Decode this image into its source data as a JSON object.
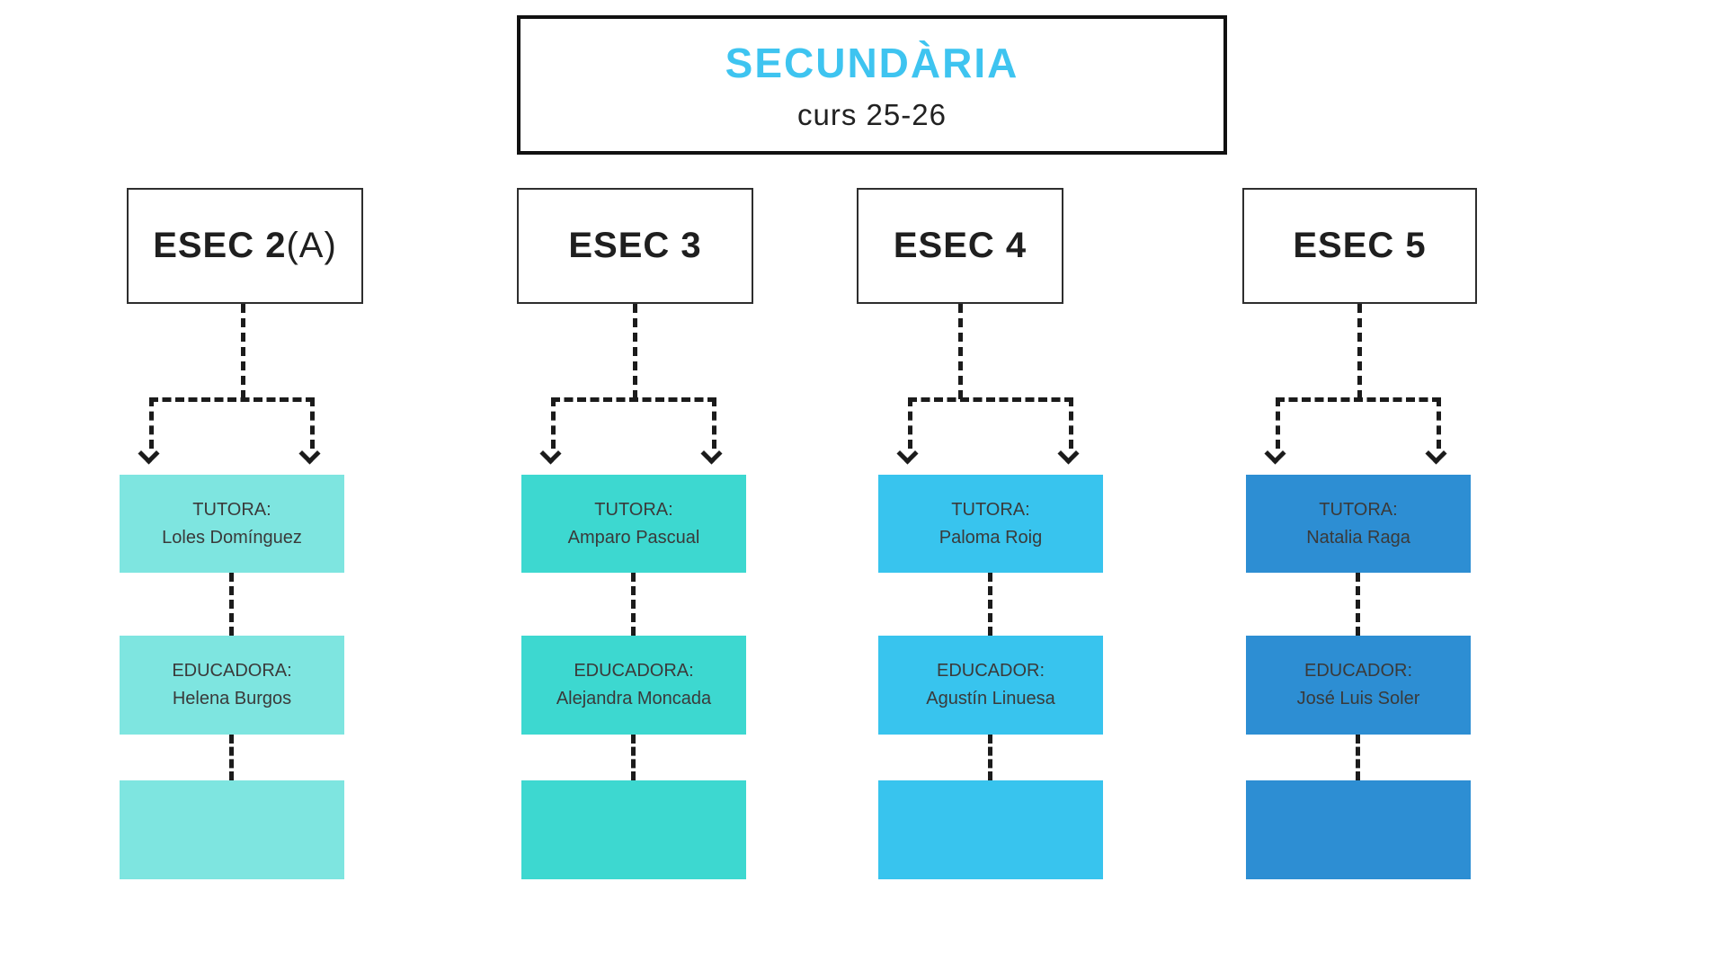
{
  "title": {
    "heading": "SECUNDÀRIA",
    "subtitle": "curs 25-26",
    "heading_color": "#3ec4f0"
  },
  "line_color": "#1b1b1b",
  "columns": [
    {
      "header": "ESEC 2",
      "header_suffix": "(A)",
      "color": "#7ee5e0",
      "tutor_role": "TUTORA:",
      "tutor_name": "Loles Domínguez",
      "educator_role": "EDUCADORA:",
      "educator_name": "Helena Burgos"
    },
    {
      "header": "ESEC 3",
      "header_suffix": "",
      "color": "#3dd8d0",
      "tutor_role": "TUTORA:",
      "tutor_name": "Amparo Pascual",
      "educator_role": "EDUCADORA:",
      "educator_name": "Alejandra Moncada"
    },
    {
      "header": "ESEC 4",
      "header_suffix": "",
      "color": "#38c4ee",
      "tutor_role": "TUTORA:",
      "tutor_name": "Paloma Roig",
      "educator_role": "EDUCADOR:",
      "educator_name": "Agustín Linuesa"
    },
    {
      "header": "ESEC 5",
      "header_suffix": "",
      "color": "#2d8ed3",
      "tutor_role": "TUTORA:",
      "tutor_name": "Natalia Raga",
      "educator_role": "EDUCADOR:",
      "educator_name": "José Luis Soler"
    }
  ]
}
